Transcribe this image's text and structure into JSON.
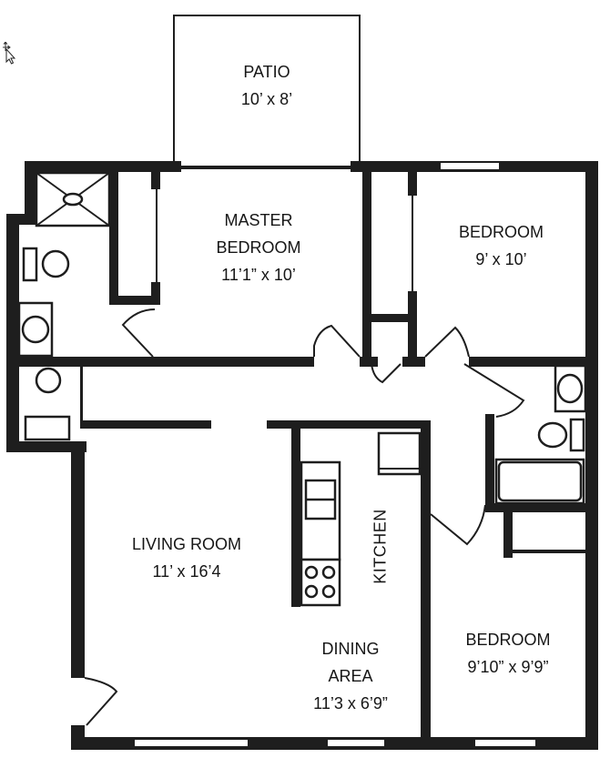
{
  "floor_plan": {
    "rooms": [
      {
        "id": "patio",
        "name": "PATIO",
        "dimensions": "10’ x 8’"
      },
      {
        "id": "master_bedroom",
        "name_line1": "MASTER",
        "name_line2": "BEDROOM",
        "dimensions": "11’1” x 10’"
      },
      {
        "id": "bedroom_ne",
        "name": "BEDROOM",
        "dimensions": "9’ x 10’"
      },
      {
        "id": "living_room",
        "name": "LIVING ROOM",
        "dimensions": "11’ x 16’4"
      },
      {
        "id": "kitchen",
        "name": "KITCHEN"
      },
      {
        "id": "dining_area",
        "name_line1": "DINING",
        "name_line2": "AREA",
        "dimensions": "11’3 x 6’9”"
      },
      {
        "id": "bedroom_se",
        "name": "BEDROOM",
        "dimensions": "9’10” x 9’9”"
      }
    ],
    "colors": {
      "wall": "#1e1e1e",
      "background": "#ffffff",
      "text": "#161616"
    },
    "cursor": {
      "icon": "move-cursor-icon"
    }
  }
}
